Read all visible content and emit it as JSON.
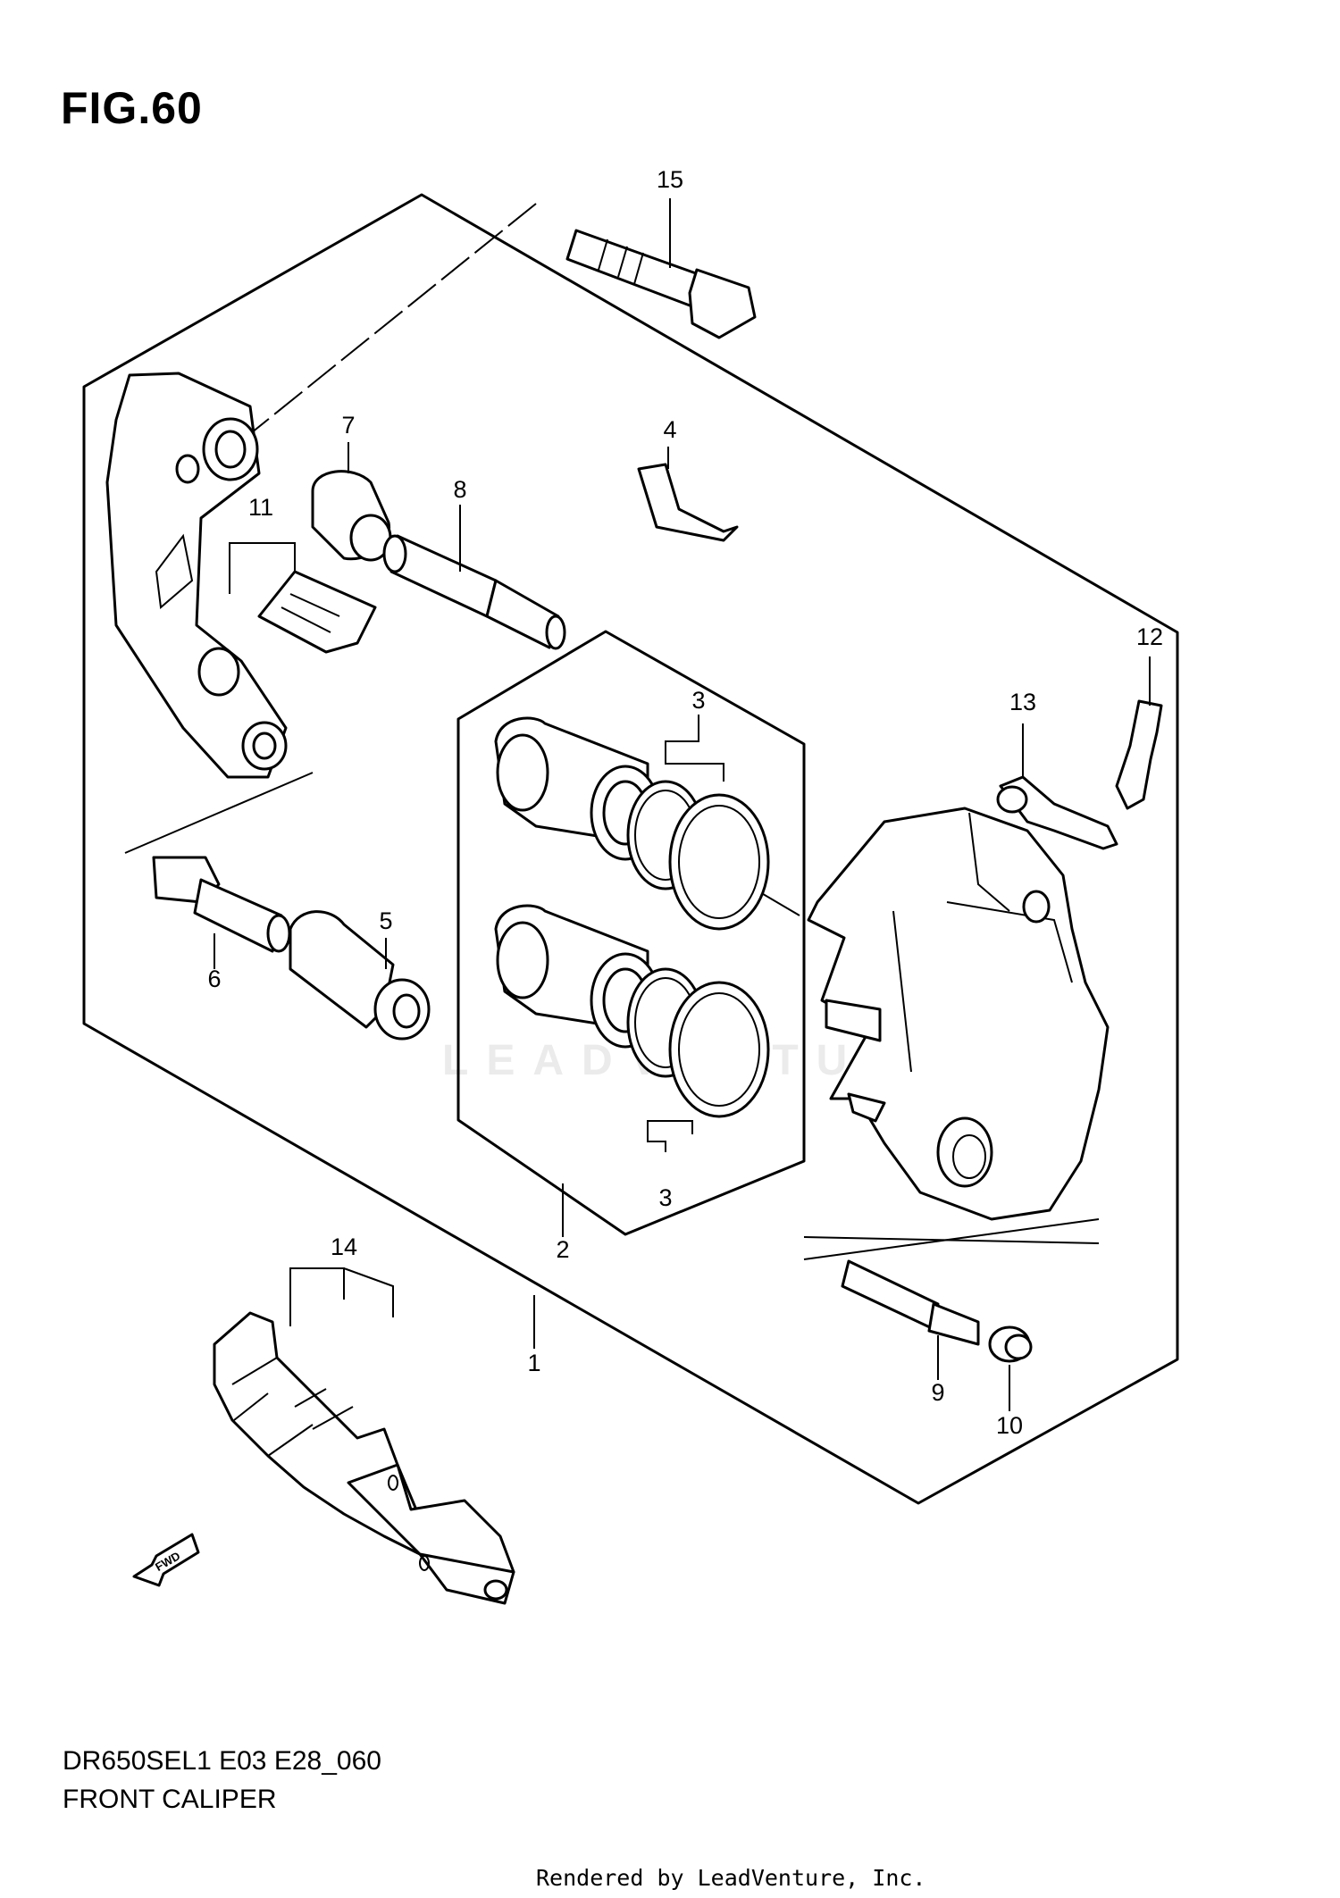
{
  "figure_title": "FIG.60",
  "callouts": {
    "c1": "1",
    "c2": "2",
    "c3a": "3",
    "c3b": "3",
    "c4": "4",
    "c5": "5",
    "c6": "6",
    "c7": "7",
    "c8": "8",
    "c9": "9",
    "c10": "10",
    "c11": "11",
    "c12": "12",
    "c13": "13",
    "c14": "14",
    "c15": "15"
  },
  "fwd_label": "FWD",
  "watermark_text": "LEADVENTURE",
  "model_code": "DR650SEL1 E03 E28_060",
  "caption": "FRONT CALIPER",
  "rendered_by": "Rendered by LeadVenture, Inc."
}
